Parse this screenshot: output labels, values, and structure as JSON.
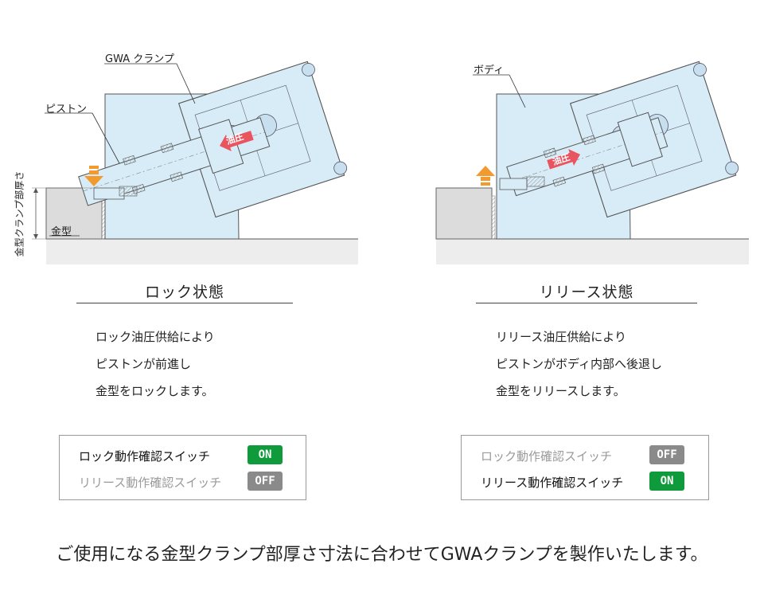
{
  "lock": {
    "callout_clamp": "GWA クランプ",
    "callout_piston": "ピストン",
    "callout_mold": "金型",
    "dimension_label": "金型クランプ部厚さ",
    "pressure_label": "油圧",
    "heading": "ロック状態",
    "desc": [
      "ロック油圧供給により",
      "ピストンが前進し",
      "金型をロックします。"
    ],
    "switches": [
      {
        "label": "ロック動作確認スイッチ",
        "state": "ON"
      },
      {
        "label": "リリース動作確認スイッチ",
        "state": "OFF"
      }
    ]
  },
  "release": {
    "callout_body": "ボディ",
    "pressure_label": "油圧",
    "heading": "リリース状態",
    "desc": [
      "リリース油圧供給により",
      "ピストンがボディ内部へ後退し",
      "金型をリリースします。"
    ],
    "switches": [
      {
        "label": "ロック動作確認スイッチ",
        "state": "OFF"
      },
      {
        "label": "リリース動作確認スイッチ",
        "state": "ON"
      }
    ]
  },
  "footer": "ご使用になる金型クランプ部厚さ寸法に合わせてGWAクランプを製作いたします。",
  "colors": {
    "body_fill": "#d8ecf7",
    "mold_fill": "#dcdcdc",
    "base_fill": "#ededed",
    "on": "#0f9a3b",
    "off": "#8a8a8a",
    "pressure_arrow": "#e8545f",
    "direction_arrow": "#f29a2e"
  }
}
